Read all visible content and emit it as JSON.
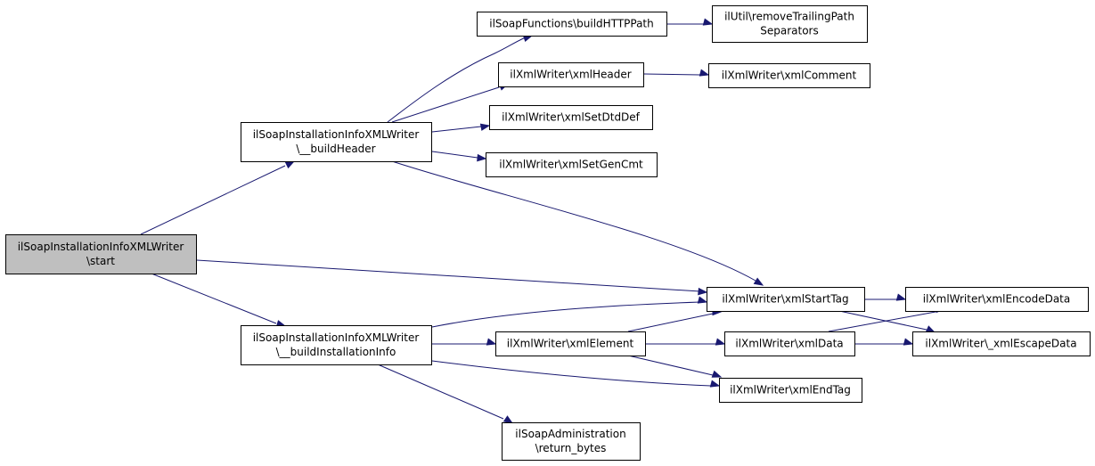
{
  "diagram": {
    "nodes": [
      {
        "id": "start",
        "lines": [
          "ilSoapInstallationInfoXMLWriter",
          "\\start"
        ],
        "root": true
      },
      {
        "id": "buildHeader",
        "lines": [
          "ilSoapInstallationInfoXMLWriter",
          "\\__buildHeader"
        ]
      },
      {
        "id": "buildInstallationInfo",
        "lines": [
          "ilSoapInstallationInfoXMLWriter",
          "\\__buildInstallationInfo"
        ]
      },
      {
        "id": "buildHTTPPath",
        "lines": [
          "ilSoapFunctions\\buildHTTPPath"
        ]
      },
      {
        "id": "removeTrailing",
        "lines": [
          "ilUtil\\removeTrailingPath",
          "Separators"
        ]
      },
      {
        "id": "xmlHeader",
        "lines": [
          "ilXmlWriter\\xmlHeader"
        ]
      },
      {
        "id": "xmlComment",
        "lines": [
          "ilXmlWriter\\xmlComment"
        ]
      },
      {
        "id": "xmlSetDtdDef",
        "lines": [
          "ilXmlWriter\\xmlSetDtdDef"
        ]
      },
      {
        "id": "xmlSetGenCmt",
        "lines": [
          "ilXmlWriter\\xmlSetGenCmt"
        ]
      },
      {
        "id": "xmlStartTag",
        "lines": [
          "ilXmlWriter\\xmlStartTag"
        ]
      },
      {
        "id": "xmlEncodeData",
        "lines": [
          "ilXmlWriter\\xmlEncodeData"
        ]
      },
      {
        "id": "xmlElement",
        "lines": [
          "ilXmlWriter\\xmlElement"
        ]
      },
      {
        "id": "xmlData",
        "lines": [
          "ilXmlWriter\\xmlData"
        ]
      },
      {
        "id": "xmlEscapeData",
        "lines": [
          "ilXmlWriter\\_xmlEscapeData"
        ]
      },
      {
        "id": "xmlEndTag",
        "lines": [
          "ilXmlWriter\\xmlEndTag"
        ]
      },
      {
        "id": "returnBytes",
        "lines": [
          "ilSoapAdministration",
          "\\return_bytes"
        ]
      }
    ],
    "edges": [
      {
        "from": "start",
        "to": "buildHeader"
      },
      {
        "from": "start",
        "to": "xmlStartTag"
      },
      {
        "from": "start",
        "to": "buildInstallationInfo"
      },
      {
        "from": "buildHeader",
        "to": "buildHTTPPath"
      },
      {
        "from": "buildHeader",
        "to": "xmlHeader"
      },
      {
        "from": "buildHeader",
        "to": "xmlSetDtdDef"
      },
      {
        "from": "buildHeader",
        "to": "xmlSetGenCmt"
      },
      {
        "from": "buildHeader",
        "to": "xmlStartTag"
      },
      {
        "from": "buildHTTPPath",
        "to": "removeTrailing"
      },
      {
        "from": "xmlHeader",
        "to": "xmlComment"
      },
      {
        "from": "buildInstallationInfo",
        "to": "xmlStartTag"
      },
      {
        "from": "buildInstallationInfo",
        "to": "xmlElement"
      },
      {
        "from": "buildInstallationInfo",
        "to": "xmlEndTag"
      },
      {
        "from": "buildInstallationInfo",
        "to": "returnBytes"
      },
      {
        "from": "xmlElement",
        "to": "xmlStartTag"
      },
      {
        "from": "xmlElement",
        "to": "xmlData"
      },
      {
        "from": "xmlElement",
        "to": "xmlEndTag"
      },
      {
        "from": "xmlStartTag",
        "to": "xmlEncodeData"
      },
      {
        "from": "xmlStartTag",
        "to": "xmlEscapeData"
      },
      {
        "from": "xmlData",
        "to": "xmlEncodeData"
      },
      {
        "from": "xmlData",
        "to": "xmlEscapeData"
      }
    ],
    "colors": {
      "edge": "#191970",
      "root_fill": "#bfbfbf",
      "node_fill": "#ffffff",
      "node_border": "#000000"
    }
  }
}
